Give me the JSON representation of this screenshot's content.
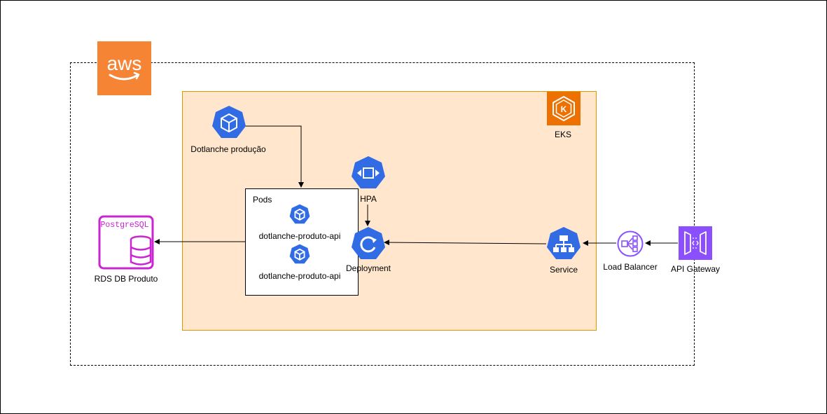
{
  "diagram": {
    "cloud": {
      "logo_text": "aws"
    },
    "cluster": {
      "label": "EKS",
      "logo_letter": "K"
    },
    "nodes": {
      "namespace": {
        "label": "Dotlanche produção"
      },
      "pods_group": {
        "label": "Pods"
      },
      "pod_1": {
        "label": "dotlanche-produto-api"
      },
      "pod_2": {
        "label": "dotlanche-produto-api"
      },
      "hpa": {
        "label": "HPA"
      },
      "deployment": {
        "label": "Deployment"
      },
      "service": {
        "label": "Service"
      },
      "load_balancer": {
        "label": "Load Balancer"
      },
      "api_gateway": {
        "label": "API Gateway"
      },
      "database": {
        "label": "RDS DB Produto",
        "logo_text": "PostgreSQL"
      }
    },
    "edges": [
      {
        "from": "Dotlanche produção",
        "to": "Pods"
      },
      {
        "from": "HPA",
        "to": "Deployment"
      },
      {
        "from": "Service",
        "to": "Deployment"
      },
      {
        "from": "Load Balancer",
        "to": "Service"
      },
      {
        "from": "API Gateway",
        "to": "Load Balancer"
      },
      {
        "from": "Pods",
        "to": "RDS DB Produto"
      }
    ],
    "colors": {
      "aws_orange": "#f58534",
      "eks_orange": "#ed7100",
      "cluster_fill": "#ffe6cc",
      "cluster_border": "#d79b00",
      "k8s_blue": "#326ce5",
      "aws_purple": "#8c4fff",
      "postgres_magenta": "#c925d1"
    }
  }
}
